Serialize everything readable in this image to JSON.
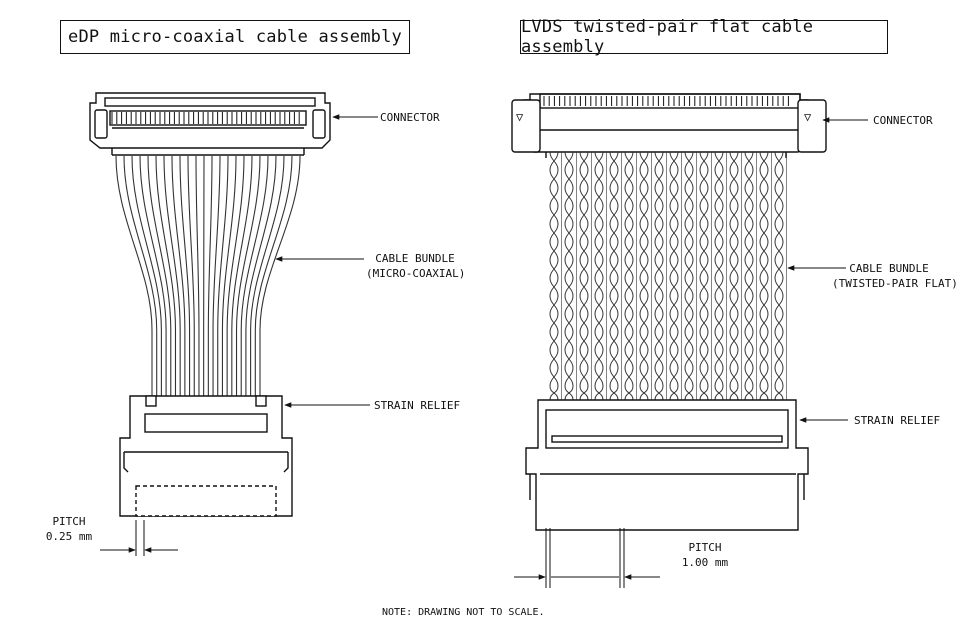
{
  "titles": {
    "left": "eDP micro-coaxial cable assembly",
    "right": "LVDS twisted-pair flat cable assembly"
  },
  "left_assembly": {
    "connector_label": "CONNECTOR",
    "cable_label_line1": "CABLE BUNDLE",
    "cable_label_line2": "(MICRO-COAXIAL)",
    "strain_relief_label": "STRAIN RELIEF",
    "pitch_label": "PITCH",
    "pitch_value": "0.25 mm"
  },
  "right_assembly": {
    "connector_label": "CONNECTOR",
    "cable_label_line1": "CABLE BUNDLE",
    "cable_label_line2": "(TWISTED-PAIR FLAT)",
    "strain_relief_label": "STRAIN RELIEF",
    "pitch_label": "PITCH",
    "pitch_value": "1.00 mm",
    "connector_marks": [
      "▽",
      "▽"
    ]
  },
  "note": "NOTE: DRAWING NOT TO SCALE.",
  "colors": {
    "line": "#111111",
    "background": "#ffffff",
    "wire": "#333333"
  }
}
